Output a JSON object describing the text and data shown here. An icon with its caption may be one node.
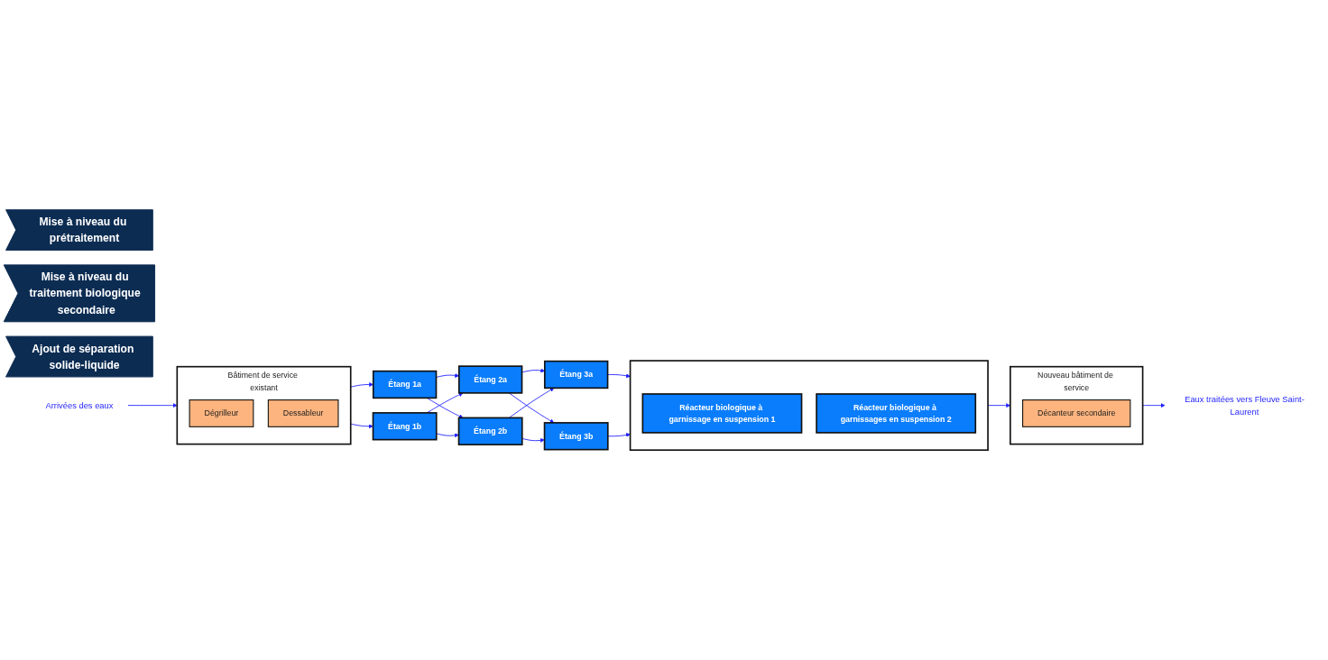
{
  "diagram": {
    "nodes": [
      {
        "text": [
          "Mise à niveau du prétraitement"
        ]
      },
      {
        "text": [
          "Mise à niveau du traitement biologique secondaire"
        ]
      },
      {
        "text": [
          "Ajout de séparation solide-liquide"
        ]
      },
      {
        "text": [
          "Bâtiment de service existant"
        ]
      },
      {
        "text": [
          "Dégrilleur"
        ],
        "in": 3
      },
      {
        "text": [
          "Dessableur"
        ],
        "in": 3
      },
      {
        "text": [
          "Étang 2a"
        ]
      },
      {
        "text": [
          "Étang 1a"
        ]
      },
      {
        "text": [
          "Étang 1b"
        ]
      },
      {
        "text": [
          "Étang 2b"
        ]
      },
      {
        "text": [
          "Étang 3a"
        ]
      },
      {
        "text": [
          "Étang 3b"
        ]
      },
      {
        "text": [],
        "shape": "box"
      },
      {
        "text": [
          "Réacteur biologique à garnissage en suspension 1"
        ],
        "in": 12
      },
      {
        "text": [
          "Réacteur biologique à garnissages en suspension 2"
        ],
        "in": 12
      },
      {
        "text": [
          "Nouveau bâtiment de service"
        ]
      },
      {
        "text": [
          "Décanteur secondaire"
        ],
        "in": 15
      },
      {
        "text": [
          "Arrivées des eaux"
        ]
      },
      {
        "text": [
          "Eaux traitées vers Fleuve Saint-Laurent"
        ]
      }
    ],
    "edges": [
      {
        "from": 17,
        "to": 3,
        "arrow": "to"
      },
      {
        "from": 3,
        "to": 7,
        "arrow": "to"
      },
      {
        "from": 3,
        "to": 8,
        "arrow": "to"
      },
      {
        "from": 7,
        "to": 6,
        "arrow": "to"
      },
      {
        "from": 7,
        "to": 9,
        "arrow": "to"
      },
      {
        "from": 8,
        "to": 6,
        "arrow": "to"
      },
      {
        "from": 8,
        "to": 9,
        "arrow": "to"
      },
      {
        "from": 6,
        "to": 10,
        "arrow": "to"
      },
      {
        "from": 6,
        "to": 11,
        "arrow": "to"
      },
      {
        "from": 9,
        "to": 10,
        "arrow": "to"
      },
      {
        "from": 9,
        "to": 11,
        "arrow": "to"
      },
      {
        "from": 10,
        "to": 12,
        "arrow": "to"
      },
      {
        "from": 11,
        "to": 12,
        "arrow": "to"
      },
      {
        "from": 12,
        "to": 15,
        "arrow": "to"
      },
      {
        "from": 15,
        "to": 18,
        "arrow": "to"
      }
    ]
  }
}
